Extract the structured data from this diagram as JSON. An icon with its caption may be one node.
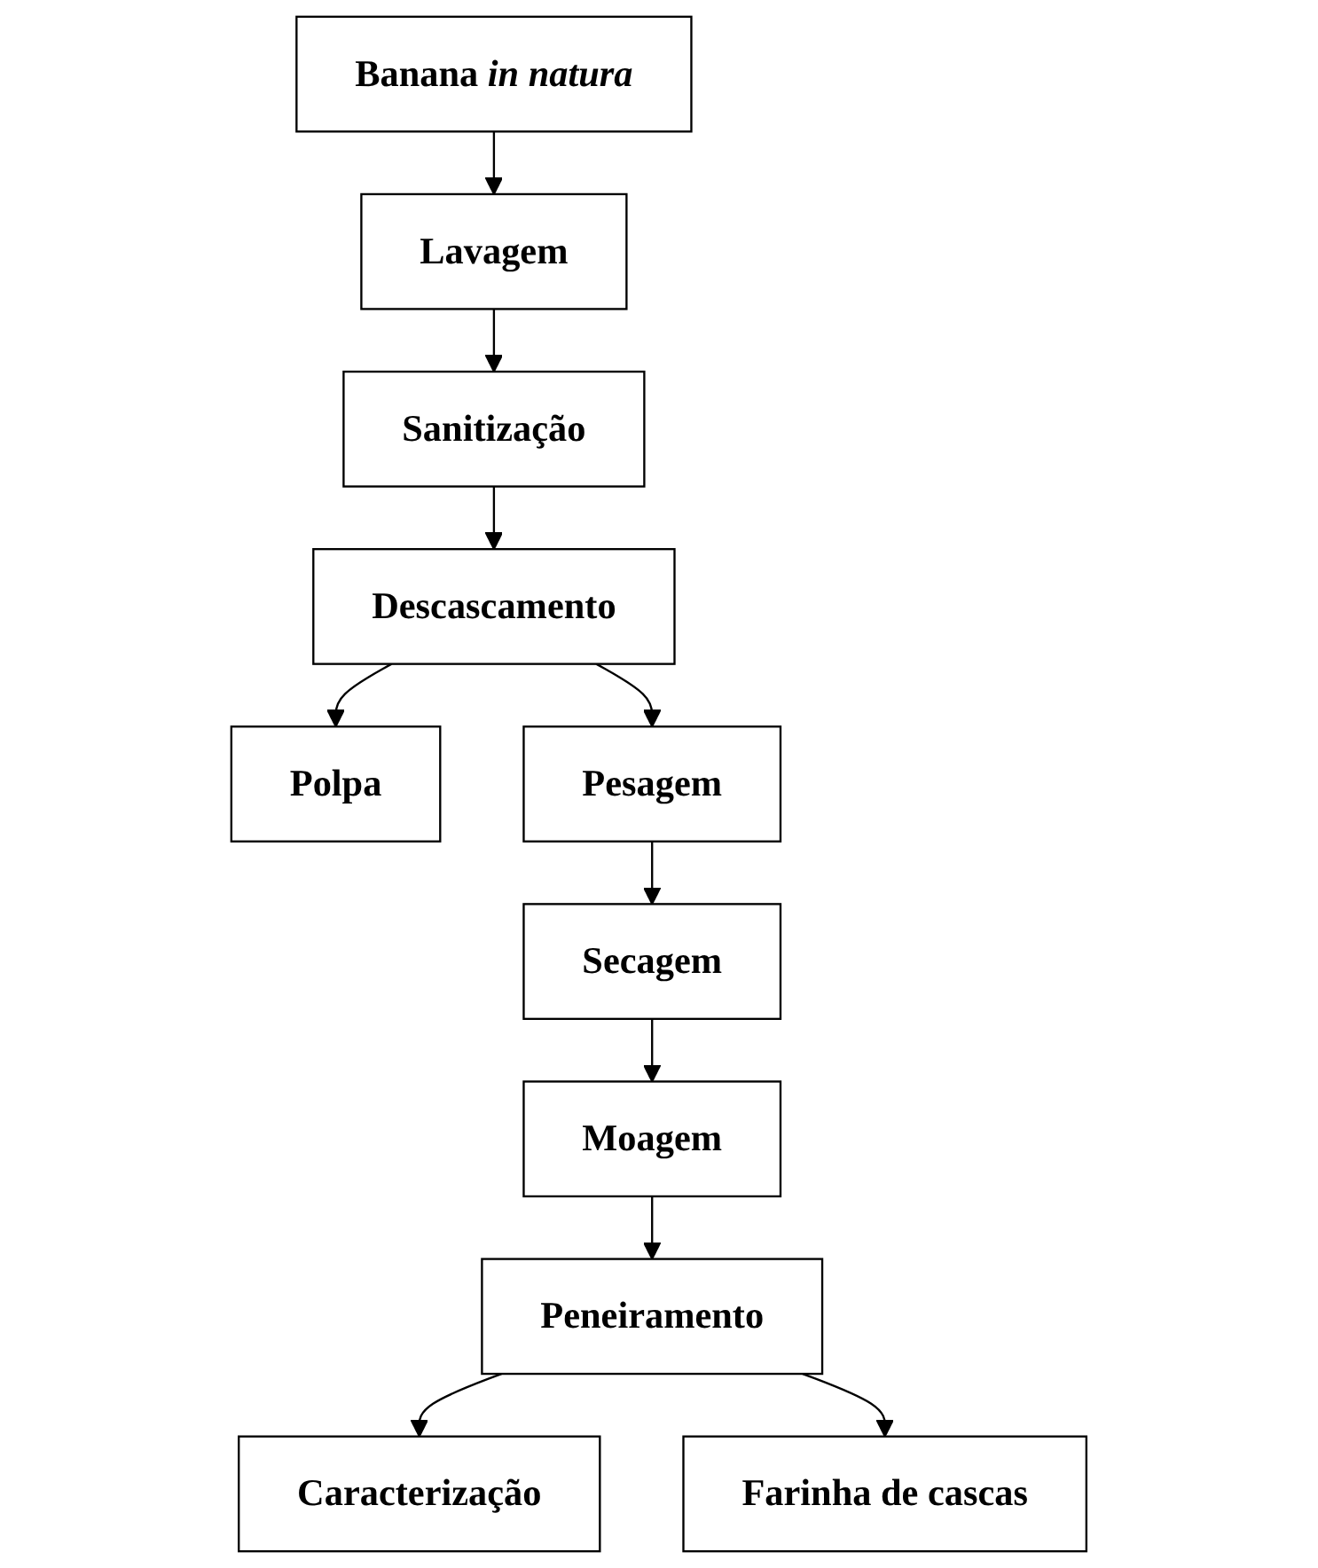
{
  "diagram": {
    "nodes": [
      {
        "text": [
          "Banana *in natura*"
        ]
      },
      {
        "text": [
          "Lavagem"
        ]
      },
      {
        "text": [
          "Sanitização"
        ]
      },
      {
        "text": [
          "Descascamento"
        ]
      },
      {
        "text": [
          "Polpa"
        ]
      },
      {
        "text": [
          "Pesagem"
        ]
      },
      {
        "text": [
          "Secagem"
        ]
      },
      {
        "text": [
          "Moagem"
        ]
      },
      {
        "text": [
          "Peneiramento"
        ]
      },
      {
        "text": [
          "Caracterização"
        ]
      },
      {
        "text": [
          "Farinha de cascas"
        ]
      }
    ],
    "edges": [
      {
        "from": 0,
        "to": 1,
        "arrow": "to"
      },
      {
        "from": 1,
        "to": 2,
        "arrow": "to"
      },
      {
        "from": 2,
        "to": 3,
        "arrow": "to"
      },
      {
        "from": 3,
        "to": 4,
        "arrow": "to"
      },
      {
        "from": 3,
        "to": 5,
        "arrow": "to"
      },
      {
        "from": 5,
        "to": 6,
        "arrow": "to"
      },
      {
        "from": 6,
        "to": 7,
        "arrow": "to"
      },
      {
        "from": 7,
        "to": 8,
        "arrow": "to"
      },
      {
        "from": 8,
        "to": 9,
        "arrow": "to"
      },
      {
        "from": 8,
        "to": 10,
        "arrow": "to"
      }
    ]
  }
}
